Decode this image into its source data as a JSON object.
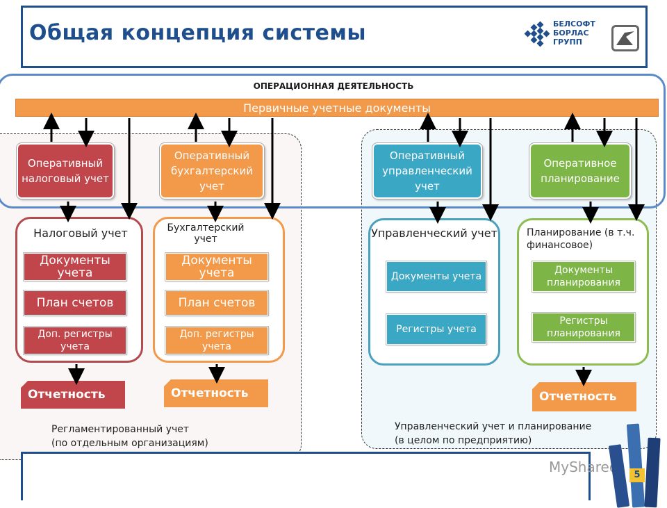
{
  "header": {
    "title": "Общая концепция системы",
    "logo_lines": [
      "БЕЛСОФТ",
      "БОРЛАС",
      "ГРУПП"
    ]
  },
  "ops": {
    "label": "ОПЕРАЦИОННАЯ ДЕЯТЕЛЬНОСТЬ",
    "primary_docs": "Первичные учетные документы"
  },
  "operational": {
    "tax": "Оперативный налоговый учет",
    "accounting": "Оперативный бухгалтерский учет",
    "management": "Оперативный управленческий учет",
    "planning": "Оперативное планирование"
  },
  "groups": {
    "tax": {
      "title": "Налоговый учет",
      "items": [
        "Документы учета",
        "План счетов",
        "Доп. регистры учета"
      ],
      "report": "Отчетность"
    },
    "accounting": {
      "title": "Бухгалтерский учет",
      "items": [
        "Документы учета",
        "План счетов",
        "Доп. регистры учета"
      ],
      "report": "Отчетность"
    },
    "management": {
      "title": "Управленческий учет",
      "items": [
        "Документы учета",
        "Регистры учета"
      ]
    },
    "planning": {
      "title": "Планирование (в т.ч. финансовое)",
      "items": [
        "Документы планирования",
        "Регистры планирования"
      ],
      "report": "Отчетность"
    }
  },
  "captions": {
    "left": [
      "Регламентированный учет",
      "(по отдельным организациям)"
    ],
    "right": [
      "Управленческий учет и планирование",
      "(в целом по предприятию)"
    ]
  },
  "footer": {
    "page_number": "5",
    "watermark": "MyShared"
  },
  "colors": {
    "brand": "#1f4e8c",
    "red": "#c0464b",
    "orange": "#f2994a",
    "blue": "#3aa7c4",
    "green": "#7db547"
  }
}
